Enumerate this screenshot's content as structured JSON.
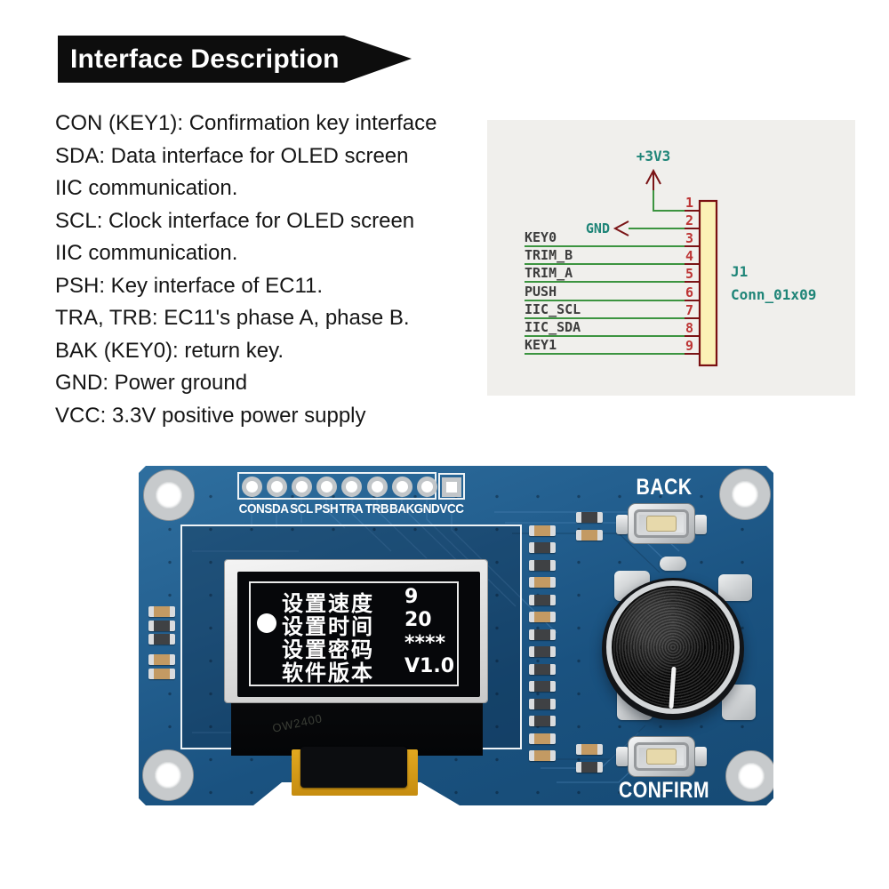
{
  "banner": {
    "title": "Interface Description"
  },
  "description_lines": [
    "CON (KEY1): Confirmation key interface",
    "SDA: Data interface for OLED screen",
    "IIC communication.",
    "SCL: Clock interface for OLED screen",
    "IIC communication.",
    "PSH: Key interface of EC11.",
    "TRA, TRB: EC11's phase A, phase B.",
    "BAK (KEY0): return key.",
    "GND: Power ground",
    "VCC: 3.3V positive power supply"
  ],
  "schematic": {
    "power_label": "+3V3",
    "gnd_label": "GND",
    "connector_ref": "J1",
    "connector_value": "Conn_01x09",
    "pins": [
      {
        "num": "1",
        "net": ""
      },
      {
        "num": "2",
        "net": ""
      },
      {
        "num": "3",
        "net": "KEY0"
      },
      {
        "num": "4",
        "net": "TRIM_B"
      },
      {
        "num": "5",
        "net": "TRIM_A"
      },
      {
        "num": "6",
        "net": "PUSH"
      },
      {
        "num": "7",
        "net": "IIC_SCL"
      },
      {
        "num": "8",
        "net": "IIC_SDA"
      },
      {
        "num": "9",
        "net": "KEY1"
      }
    ],
    "colors": {
      "background": "#f0efec",
      "wire_green": "#3c9440",
      "symbol_red": "#7a1416",
      "pin_number_red": "#bd3434",
      "label_teal": "#1f8578",
      "net_label_gray": "#3d3d3d",
      "connector_fill": "#fbf1b6"
    }
  },
  "pcb": {
    "pin_labels": [
      "CON",
      "SDA",
      "SCL",
      "PSH",
      "TRA",
      "TRB",
      "BAK",
      "GND",
      "VCC"
    ],
    "back_button_label": "BACK",
    "confirm_button_label": "CONFIRM",
    "oled_menu_rows": [
      {
        "label": "设置速度",
        "value": "9",
        "selected": false
      },
      {
        "label": "设置时间",
        "value": "20",
        "selected": true
      },
      {
        "label": "设置密码",
        "value": "****",
        "selected": false
      },
      {
        "label": "软件版本",
        "value": "V1.0",
        "selected": false
      }
    ],
    "oled_glass_marking": "OW2400",
    "colors": {
      "board_blue": "#1d5a8a",
      "silkscreen": "#ffffff",
      "flex_yellow": "#d79b16",
      "oled_text": "#ffffff"
    }
  }
}
